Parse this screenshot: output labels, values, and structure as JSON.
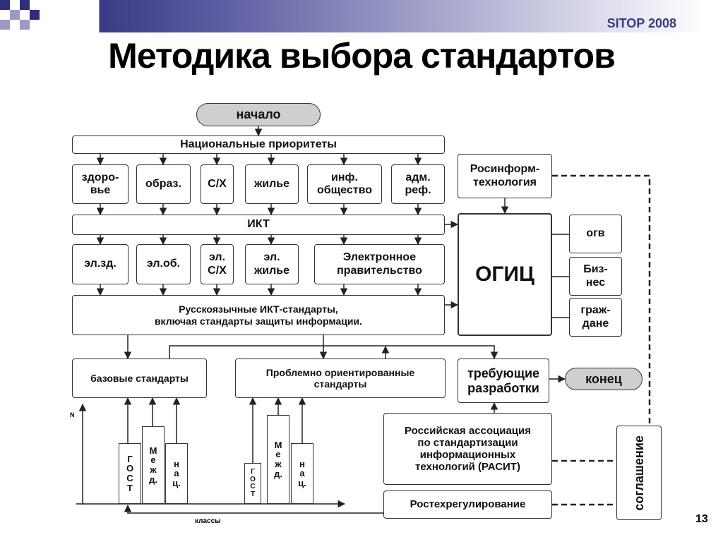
{
  "header": {
    "brand": "SITOP 2008",
    "title": "Методика выбора стандартов",
    "page_number": "13"
  },
  "diagram": {
    "start": "начало",
    "national_priorities": "Национальные приоритеты",
    "priorities": [
      "здоро-\nвье",
      "образ.",
      "С/Х",
      "жилье",
      "инф.\nобщество",
      "адм.\nреф."
    ],
    "ict": "ИКТ",
    "ict_items": [
      "эл.зд.",
      "эл.об.",
      "эл.\nС/Х",
      "эл.\nжилье",
      "Электронное\nправительство"
    ],
    "ru_standards": "Русскоязычные ИКТ-стандарты,\nвключая стандарты защиты информации.",
    "rosinform": "Росинформ-\nтехнология",
    "ogic": "ОГИЦ",
    "side_items": [
      "огв",
      "Биз-\nнес",
      "граж-\nдане"
    ],
    "base_standards": "базовые стандарты",
    "problem_standards": "Проблемно ориентированные\nстандарты",
    "need_dev": "требующие\nразработки",
    "end": "конец",
    "rasit": "Российская ассоциация\nпо стандартизации\nинформационных\nтехнологий (РАСИТ)",
    "rostekh": "Ростехрегулирование",
    "agreement": "соглашение",
    "axis_n": "N",
    "axis_classes": "классы",
    "bars_left": [
      "ГОСТ",
      "Межд.",
      "нац."
    ],
    "bars_right": [
      "ГОСТ",
      "Межд.",
      "нац."
    ]
  }
}
